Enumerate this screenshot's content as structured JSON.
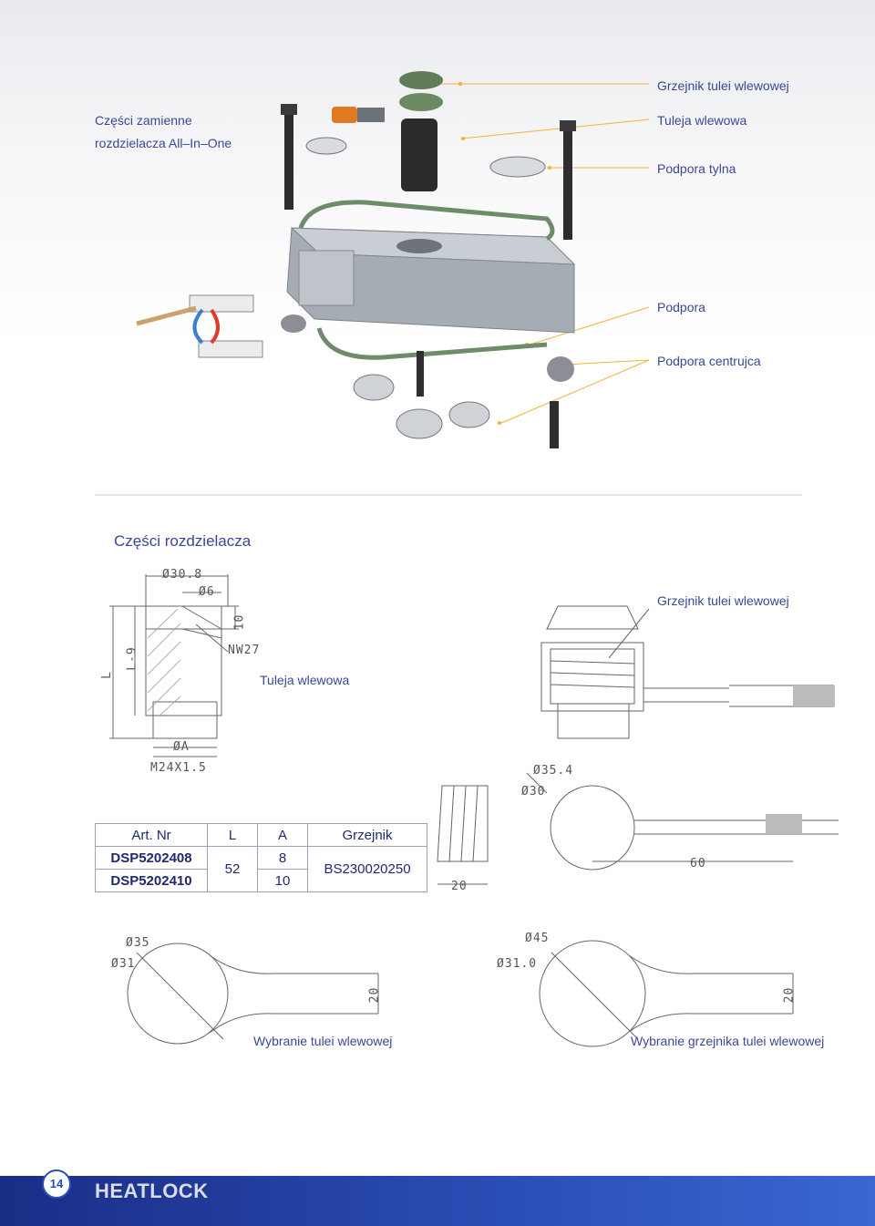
{
  "header": {
    "subtitle_line1": "Części zamienne",
    "subtitle_line2": "rozdzielacza All–In–One"
  },
  "callouts": {
    "grzejnik": "Grzejnik tulei wlewowej",
    "tuleja": "Tuleja wlewowa",
    "podpora_tylna": "Podpora tylna",
    "podpora": "Podpora",
    "podpora_centrujca": "Podpora centrujca"
  },
  "section_title": "Części rozdzielacza",
  "drawing_left": {
    "d1": "Ø30.8",
    "d2": "Ø6",
    "h10": "10",
    "nw": "NW27",
    "L": "L",
    "L9": "L-9",
    "dA": "ØA",
    "thread": "M24X1.5",
    "label": "Tuleja wlewowa"
  },
  "drawing_right": {
    "label": "Grzejnik tulei wlewowej",
    "d354": "Ø35.4",
    "d30": "Ø30",
    "w60": "60",
    "w20": "20"
  },
  "table": {
    "headers": [
      "Art. Nr",
      "L",
      "A",
      "Grzejnik"
    ],
    "rows": [
      {
        "art": "DSP5202408",
        "A": "8"
      },
      {
        "art": "DSP5202410",
        "A": "10"
      }
    ],
    "L": "52",
    "grzejnik": "BS230020250"
  },
  "cutouts": {
    "left": {
      "d35": "Ø35",
      "d31": "Ø31",
      "w20": "20",
      "label": "Wybranie tulei wlewowej"
    },
    "right": {
      "d45": "Ø45",
      "d310": "Ø31.0",
      "w20": "20",
      "label": "Wybranie grzejnika tulei wlewowej"
    }
  },
  "footer": {
    "page": "14",
    "brand": "HEATLOCK"
  }
}
